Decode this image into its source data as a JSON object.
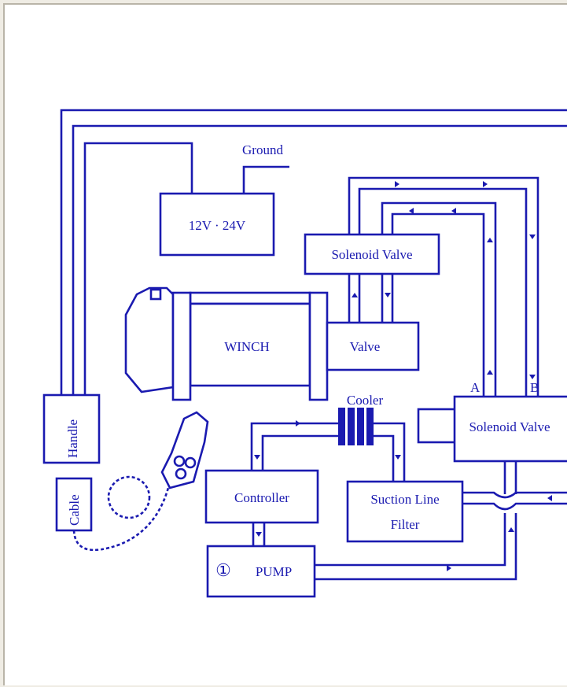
{
  "diagram": {
    "colors": {
      "line": "#1a1ab0",
      "background": "#ffffff",
      "frame": "#efece4"
    },
    "labels": {
      "ground": "Ground",
      "power": "12V · 24V",
      "solenoid_valve": "Solenoid Valve",
      "winch": "WINCH",
      "valve": "Valve",
      "cooler": "Cooler",
      "handle": "Handle",
      "cable": "Cable",
      "controller": "Controller",
      "suction_line_filter": "Suction Line",
      "filter": "Filter",
      "pump_symbol": "①",
      "pump": "PUMP",
      "solenoid_valve_right": "Solenoid Valve",
      "port_a": "A",
      "port_b": "B"
    }
  }
}
